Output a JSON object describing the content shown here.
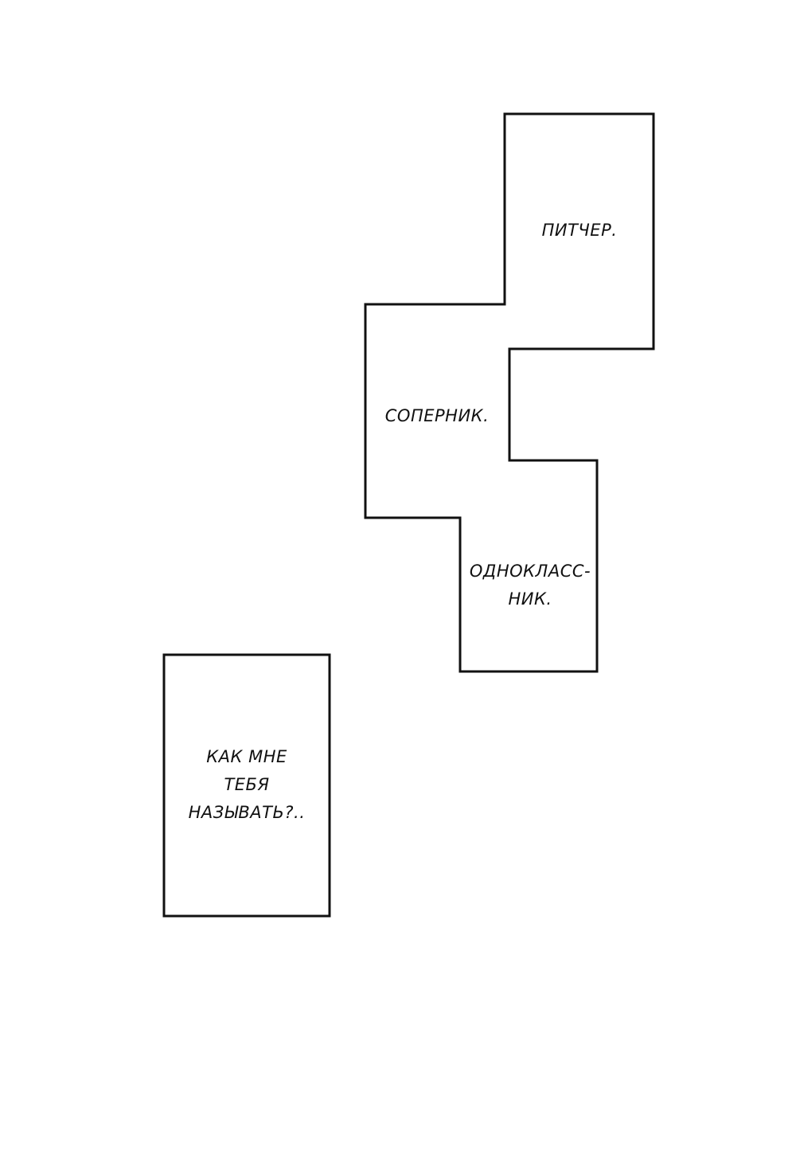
{
  "panels": {
    "pitcher": "ПИТЧЕР.",
    "rival": "СОПЕРНИК.",
    "classmate_line1": "ОДНОКЛАСС-",
    "classmate_line2": "НИК.",
    "question_line1": "КАК МНЕ",
    "question_line2": "ТЕБЯ",
    "question_line3": "НАЗЫВАТЬ?.."
  },
  "colors": {
    "ink": "#111111",
    "paper": "#ffffff"
  }
}
